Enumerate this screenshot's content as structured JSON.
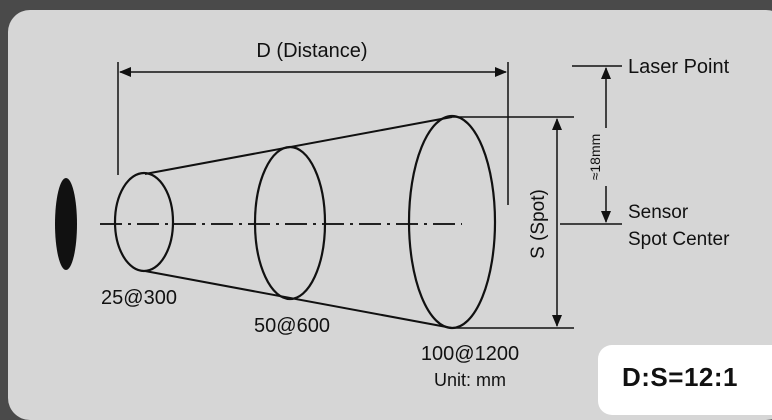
{
  "labels": {
    "distance": "D (Distance)",
    "laser_point": "Laser Point",
    "sensor": "Sensor",
    "spot_center": "Spot Center",
    "spot_axis": "S (Spot)",
    "offset": "≈18mm",
    "spot_small": "25@300",
    "spot_medium": "50@600",
    "spot_large": "100@1200",
    "unit": "Unit: mm",
    "ratio": "D:S=12:1"
  },
  "colors": {
    "background": "#4a4a4a",
    "panel": "#d6d6d6",
    "line": "#111111"
  }
}
